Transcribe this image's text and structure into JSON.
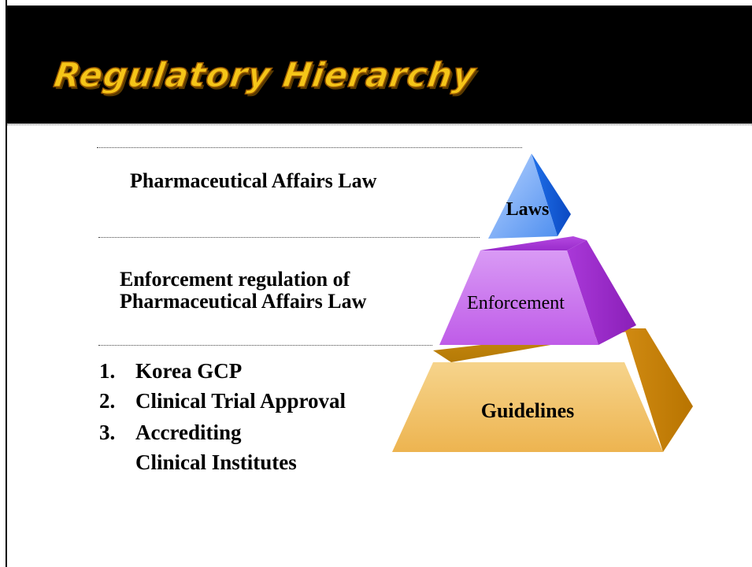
{
  "slide": {
    "title": "Regulatory Hierarchy"
  },
  "levels": {
    "laws": {
      "description": "Pharmaceutical Affairs Law",
      "tier_label": "Laws"
    },
    "enforcement": {
      "description_line1": "Enforcement regulation of",
      "description_line2": "Pharmaceutical Affairs Law",
      "tier_label": "Enforcement"
    },
    "guidelines": {
      "tier_label": "Guidelines",
      "items": [
        {
          "number": "1.",
          "text": "Korea GCP"
        },
        {
          "number": "2.",
          "text": "Clinical Trial Approval"
        },
        {
          "number": "3.",
          "text": "Accrediting"
        }
      ],
      "item3_continuation": "Clinical Institutes"
    }
  },
  "colors": {
    "header_bg": "#000000",
    "title": "#f5c518",
    "laws": "#3f8cf0",
    "enforcement": "#c35ee8",
    "guidelines": "#eab14a"
  }
}
